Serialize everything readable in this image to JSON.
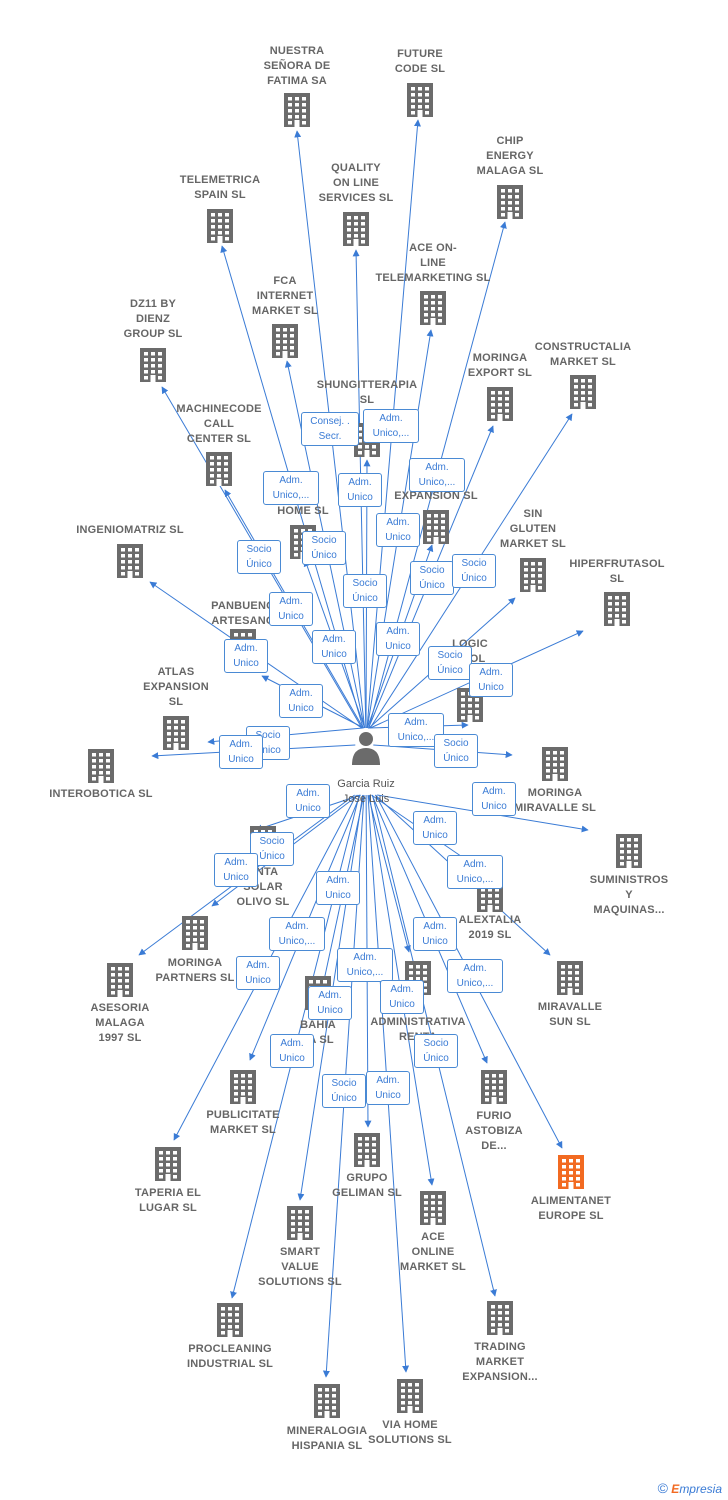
{
  "colors": {
    "edge": "#3a7bd5",
    "building": "#6b6b6b",
    "highlight": "#f26a21",
    "person": "#6b6b6b"
  },
  "center": {
    "name": "Garcia Ruiz\nJose Luis",
    "icon": "person-icon"
  },
  "companies": [
    {
      "id": "nuestra",
      "name": "NUESTRA\nSEÑORA DE\nFATIMA SA"
    },
    {
      "id": "future",
      "name": "FUTURE\nCODE  SL"
    },
    {
      "id": "chip",
      "name": "CHIP\nENERGY\nMALAGA  SL"
    },
    {
      "id": "telemetrica",
      "name": "TELEMETRICA\nSPAIN  SL"
    },
    {
      "id": "quality",
      "name": "QUALITY\nON LINE\nSERVICES  SL"
    },
    {
      "id": "aceonline_tele",
      "name": "ACE ON-\nLINE\nTELEMARKETING SL"
    },
    {
      "id": "fca",
      "name": "FCA\nINTERNET\nMARKET  SL"
    },
    {
      "id": "dz11",
      "name": "DZ11 BY\nDIENZ\nGROUP  SL"
    },
    {
      "id": "moringa_export",
      "name": "MORINGA\nEXPORT  SL"
    },
    {
      "id": "constructalia",
      "name": "CONSTRUCTALIA\nMARKET  SL"
    },
    {
      "id": "shungit",
      "name": "SHUNGITTERAPIA\nSL"
    },
    {
      "id": "machinecode",
      "name": "MACHINECODE\nCALL\nCENTER  SL"
    },
    {
      "id": "via_home_top",
      "name": "IA\nHOME  SL"
    },
    {
      "id": "expansion",
      "name": "EXPANSION  SL"
    },
    {
      "id": "singluten",
      "name": "SIN\nGLUTEN\nMARKET  SL"
    },
    {
      "id": "ingeniomatriz",
      "name": "INGENIOMATRIZ SL"
    },
    {
      "id": "hiperfrutasol",
      "name": "HIPERFRUTASOL\nSL"
    },
    {
      "id": "panbueno",
      "name": "PANBUENO\nARTESANO"
    },
    {
      "id": "logic",
      "name": "LOGIC\nTROL"
    },
    {
      "id": "atlas",
      "name": "ATLAS\nEXPANSION\nSL"
    },
    {
      "id": "interobotica",
      "name": "INTEROBOTICA SL"
    },
    {
      "id": "moringa_miravalle",
      "name": "MORINGA\nMIRAVALLE  SL"
    },
    {
      "id": "suministros",
      "name": "SUMINISTROS\nY\nMAQUINAS..."
    },
    {
      "id": "santa",
      "name": "ANTA\nSOLAR\nOLIVO SL"
    },
    {
      "id": "alextalia",
      "name": "ALEXTALIA\n2019  SL"
    },
    {
      "id": "moringa_partners",
      "name": "MORINGA\nPARTNERS  SL"
    },
    {
      "id": "asesoria",
      "name": "ASESORIA\nMALAGA\n1997  SL"
    },
    {
      "id": "miravalle_sun",
      "name": "MIRAVALLE\nSUN  SL"
    },
    {
      "id": "bahia",
      "name": "BAHIA\nTA SL"
    },
    {
      "id": "administrativa",
      "name": "ADMINISTRATIVA\nRENTA"
    },
    {
      "id": "publicitate",
      "name": "PUBLICITATE\nMARKET  SL"
    },
    {
      "id": "furio",
      "name": "FURIO\nASTOBIZA\nDE..."
    },
    {
      "id": "taperia",
      "name": "TAPERIA EL\nLUGAR SL"
    },
    {
      "id": "grupo",
      "name": "GRUPO\nGELIMAN  SL"
    },
    {
      "id": "alimentanet",
      "name": "ALIMENTANET\nEUROPE  SL"
    },
    {
      "id": "smart",
      "name": "SMART\nVALUE\nSOLUTIONS SL"
    },
    {
      "id": "ace_online_market",
      "name": "ACE\nONLINE\nMARKET SL"
    },
    {
      "id": "procleaning",
      "name": "PROCLEANING\nINDUSTRIAL SL"
    },
    {
      "id": "trading",
      "name": "TRADING\nMARKET\nEXPANSION..."
    },
    {
      "id": "mineralogia",
      "name": "MINERALOGIA\nHISPANIA  SL"
    },
    {
      "id": "via_home",
      "name": "VIA HOME\nSOLUTIONS SL"
    }
  ],
  "roles": [
    "Consej. .\nSecr.",
    "Adm.\nUnico,...",
    "Adm.\nUnico,...",
    "Adm.\nUnico",
    "Adm.\nUnico,...",
    "Adm.\nUnico",
    "Socio\nÚnico",
    "Socio\nÚnico",
    "Socio\nÚnico",
    "Socio\nÚnico",
    "Socio\nÚnico",
    "Adm.\nUnico",
    "Adm.\nUnico",
    "Adm.\nUnico",
    "Adm.\nUnico",
    "Socio\nÚnico",
    "Adm.\nUnico",
    "Adm.\nUnico",
    "Socio\nÚnico",
    "Adm.\nUnico,...",
    "Socio\nÚnico",
    "Adm.\nUnico",
    "Adm.\nUnico",
    "Adm.\nUnico",
    "Socio\nÚnico",
    "Adm.\nUnico",
    "Adm.\nUnico",
    "Adm.\nUnico,...",
    "Adm.\nUnico",
    "Adm.\nUnico,...",
    "Adm.\nUnico",
    "Adm.\nUnico",
    "Adm.\nUnico,...",
    "Adm.\nUnico,...",
    "Adm.\nUnico",
    "Adm.\nUnico",
    "Adm.\nUnico",
    "Socio\nÚnico",
    "Socio\nÚnico",
    "Adm.\nUnico"
  ],
  "footer": {
    "copyright": "©",
    "brand_e": "E",
    "brand_rest": "mpresia"
  }
}
